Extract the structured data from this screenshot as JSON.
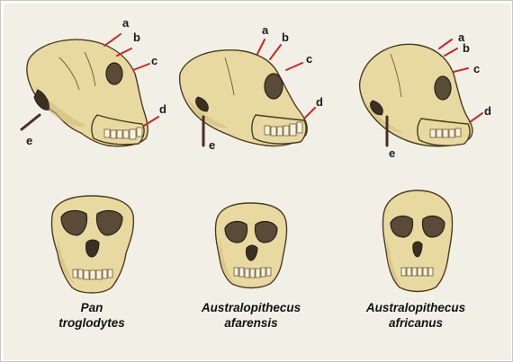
{
  "labels": [
    "a",
    "b",
    "c",
    "d",
    "e"
  ],
  "species": [
    {
      "genus": "Pan",
      "epithet": "troglodytes"
    },
    {
      "genus": "Australopithecus",
      "epithet": "afarensis"
    },
    {
      "genus": "Australopithecus",
      "epithet": "africanus"
    }
  ],
  "colors": {
    "background": "#f2efe7",
    "bone": "#e8d9a0",
    "pointer_red": "#c42a24",
    "pointer_dark": "#4a2f22"
  }
}
